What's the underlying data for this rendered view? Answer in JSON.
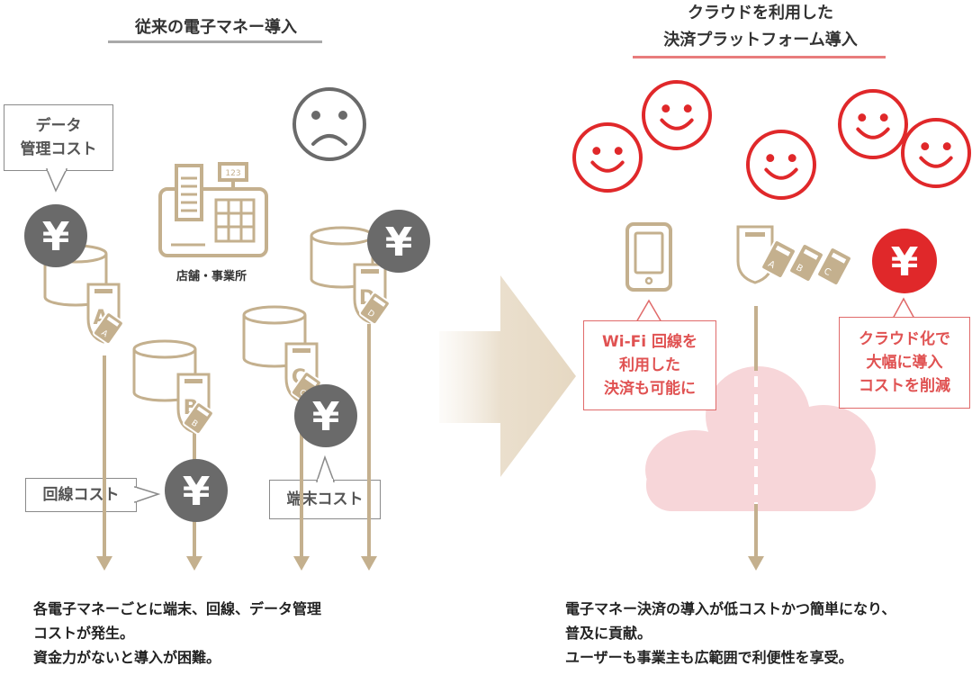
{
  "left": {
    "title": "従来の電子マネー導入",
    "callout_data_line1": "データ",
    "callout_data_line2": "管理コスト",
    "store_label": "店舗・事業所",
    "register_display": "123",
    "callout_line": "回線コスト",
    "callout_terminal": "端末コスト",
    "yen_symbol": "¥",
    "cards": [
      "A",
      "B",
      "C",
      "D"
    ],
    "description_lines": [
      "各電子マネーごとに端末、回線、データ管理",
      "コストが発生。",
      "資金力がないと導入が困難。"
    ]
  },
  "right": {
    "title_line1": "クラウドを利用した",
    "title_line2": "決済プラットフォーム導入",
    "callout_wifi": [
      "Wi-Fi 回線を",
      "利用した",
      "決済も可能に"
    ],
    "callout_cloud": [
      "クラウド化で",
      "大幅に導入",
      "コストを削減"
    ],
    "yen_symbol": "¥",
    "cards": [
      "A",
      "B",
      "C"
    ],
    "description_lines": [
      "電子マネー決済の導入が低コストかつ簡単になり、",
      "普及に貢献。",
      "ユーザーも事業主も広範囲で利便性を享受。"
    ]
  },
  "colors": {
    "tan": "#c4b08e",
    "tan_dark": "#b6a17c",
    "gray_coin": "#6a6a6a",
    "red": "#e0282a",
    "red_light": "#f7d6d9",
    "underline_left": "#a9a9a9",
    "underline_right": "#e87c7c"
  }
}
